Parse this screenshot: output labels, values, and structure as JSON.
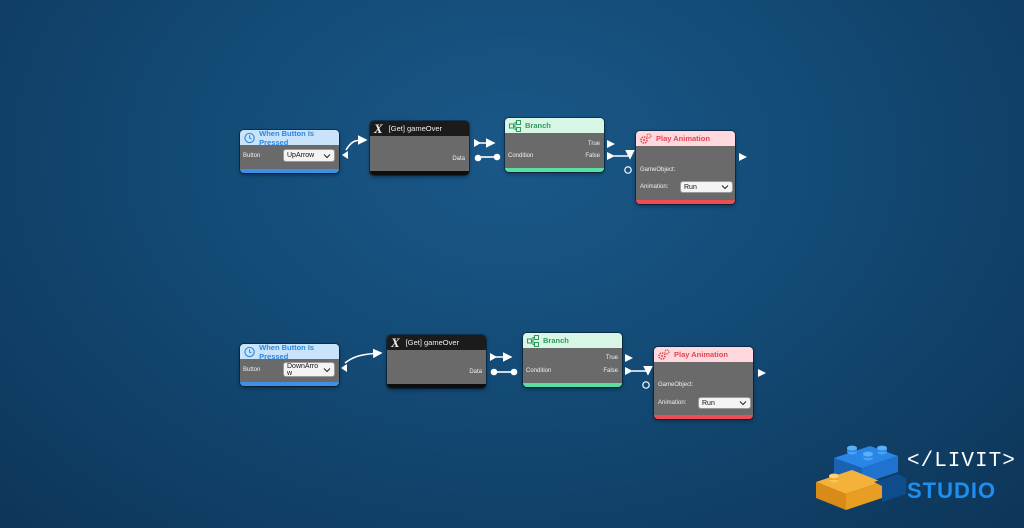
{
  "graph1": {
    "event": {
      "title": "When Button Is Pressed",
      "button_label": "Button",
      "button_value": "UpArrow"
    },
    "variable": {
      "title": "[Get] gameOver",
      "data_label": "Data"
    },
    "branch": {
      "title": "Branch",
      "true_label": "True",
      "false_label": "False",
      "condition_label": "Condition"
    },
    "play": {
      "title": "Play Animation",
      "gameobject_label": "GameObject:",
      "animation_label": "Animation:",
      "animation_value": "Run"
    }
  },
  "graph2": {
    "event": {
      "title": "When Button Is Pressed",
      "button_label": "Button",
      "button_value": "DownArrow"
    },
    "variable": {
      "title": "[Get] gameOver",
      "data_label": "Data"
    },
    "branch": {
      "title": "Branch",
      "true_label": "True",
      "false_label": "False",
      "condition_label": "Condition"
    },
    "play": {
      "title": "Play Animation",
      "gameobject_label": "GameObject:",
      "animation_label": "Animation:",
      "animation_value": "Run"
    }
  },
  "logo": {
    "line1": "</LIVIT>",
    "line2": "STUDIO"
  },
  "colors": {
    "event_accent": "#3f8fe6",
    "variable_accent": "#1b1b1b",
    "branch_accent": "#59dfa1",
    "play_accent": "#ee4d58",
    "background": "#134a75"
  },
  "icons": {
    "event": "clock-icon",
    "variable": "variable-x-icon",
    "branch": "branch-icon",
    "play": "gears-icon",
    "dropdown": "chevron-down-icon"
  }
}
